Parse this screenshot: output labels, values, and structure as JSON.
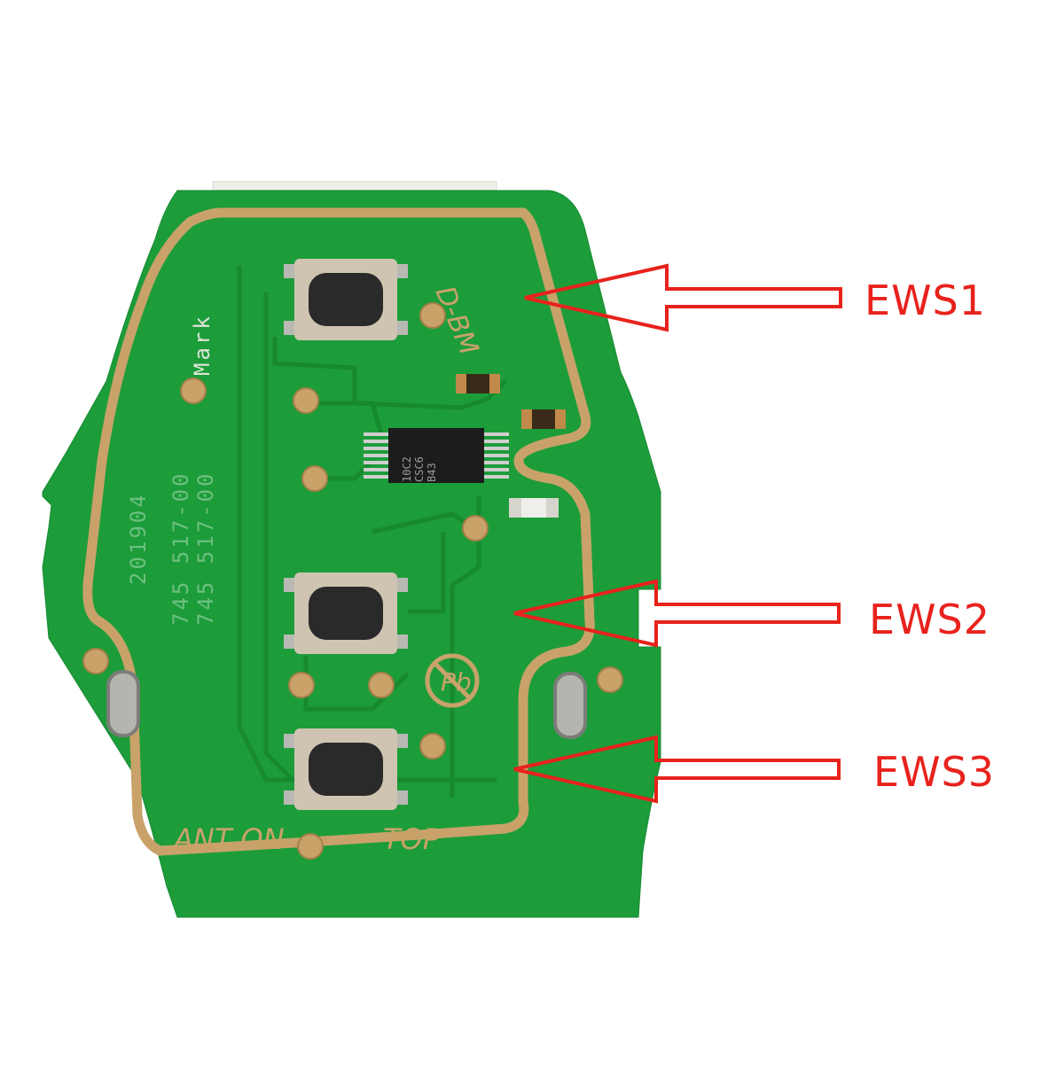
{
  "colors": {
    "background": "#ffffff",
    "pcb_green": "#1d9c3a",
    "pcb_trace": "#17892f",
    "gold_trace": "#c9a26a",
    "silkscreen": "#6cc07f",
    "switch_body": "#cfc4b2",
    "switch_cap": "#2a2a2a",
    "annotation_red": "#e8221c"
  },
  "board": {
    "part_number_1": "745 517-00",
    "part_number_2": "745 517-00",
    "date_code": "201904",
    "mark_text": "Mark",
    "brand_text": "D-BM",
    "ant_text": "ANT ON",
    "top_text": "TOP",
    "lead_free_icon": "lead-free-pb-icon",
    "chip_line_1": "10C2",
    "chip_line_2": "CSC6",
    "chip_line_3": "B43"
  },
  "callouts": [
    {
      "label": "EWS1"
    },
    {
      "label": "EWS2"
    },
    {
      "label": "EWS3"
    }
  ]
}
